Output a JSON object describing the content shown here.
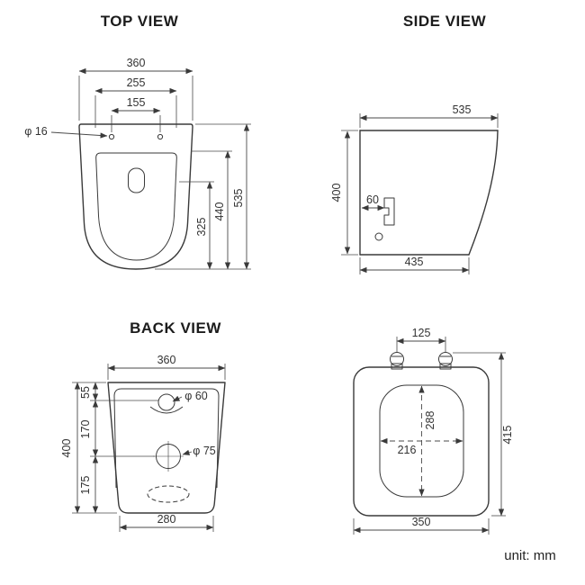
{
  "footer": {
    "unit_label": "unit: mm"
  },
  "top_view": {
    "title": "TOP VIEW",
    "dim_width": "360",
    "dim_inner_width": "255",
    "dim_hole_spacing": "155",
    "dim_hole_diameter": "φ 16",
    "dim_bowl_depth": "325",
    "dim_mid_depth": "440",
    "dim_total_depth": "535"
  },
  "side_view": {
    "title": "SIDE VIEW",
    "dim_total_depth": "535",
    "dim_height": "400",
    "dim_bracket": "60",
    "dim_base_depth": "435"
  },
  "back_view": {
    "title": "BACK VIEW",
    "dim_width": "360",
    "dim_top_segment": "55",
    "dim_mid_segment": "170",
    "dim_lower_segment": "175",
    "dim_height": "400",
    "dim_inlet_diameter": "φ 60",
    "dim_outlet_diameter": "φ 75",
    "dim_base_width": "280"
  },
  "seat_view": {
    "dim_hinge_spacing": "125",
    "dim_opening_length": "288",
    "dim_opening_width": "216",
    "dim_total_length": "415",
    "dim_width": "350"
  }
}
